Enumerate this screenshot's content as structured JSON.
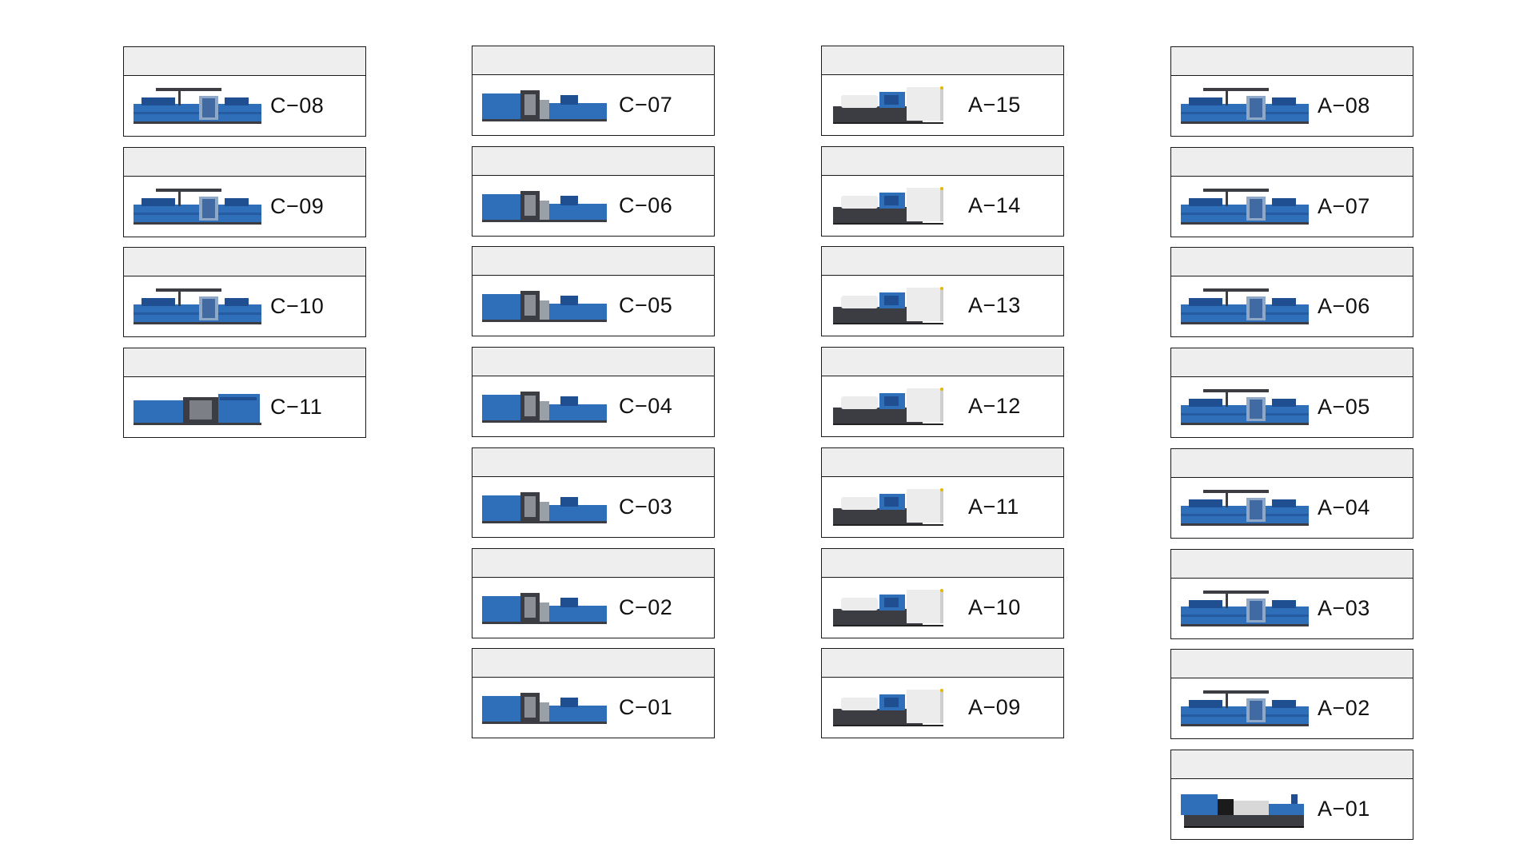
{
  "colors": {
    "card_border": "#1a1a1a",
    "card_header_bg": "#eeeeee",
    "machine_blue": "#2f6fba",
    "machine_dark_blue": "#1f4f91",
    "machine_white": "#ececec",
    "machine_gray": "#3c3d42"
  },
  "columns": [
    {
      "machines": [
        {
          "label": "C−08",
          "style": "blue-robot"
        },
        {
          "label": "C−09",
          "style": "blue-robot"
        },
        {
          "label": "C−10",
          "style": "blue-robot"
        },
        {
          "label": "C−11",
          "style": "blue-large"
        }
      ]
    },
    {
      "machines": [
        {
          "label": "C−07",
          "style": "blue-long"
        },
        {
          "label": "C−06",
          "style": "blue-long"
        },
        {
          "label": "C−05",
          "style": "blue-long"
        },
        {
          "label": "C−04",
          "style": "blue-long"
        },
        {
          "label": "C−03",
          "style": "blue-long"
        },
        {
          "label": "C−02",
          "style": "blue-long"
        },
        {
          "label": "C−01",
          "style": "blue-long"
        }
      ]
    },
    {
      "machines": [
        {
          "label": "A−15",
          "style": "white-gray"
        },
        {
          "label": "A−14",
          "style": "white-gray"
        },
        {
          "label": "A−13",
          "style": "white-gray"
        },
        {
          "label": "A−12",
          "style": "white-gray"
        },
        {
          "label": "A−11",
          "style": "white-gray"
        },
        {
          "label": "A−10",
          "style": "white-gray"
        },
        {
          "label": "A−09",
          "style": "white-gray"
        }
      ]
    },
    {
      "machines": [
        {
          "label": "A−08",
          "style": "blue-robot"
        },
        {
          "label": "A−07",
          "style": "blue-robot"
        },
        {
          "label": "A−06",
          "style": "blue-robot"
        },
        {
          "label": "A−05",
          "style": "blue-robot"
        },
        {
          "label": "A−04",
          "style": "blue-robot"
        },
        {
          "label": "A−03",
          "style": "blue-robot"
        },
        {
          "label": "A−02",
          "style": "blue-robot"
        },
        {
          "label": "A−01",
          "style": "blue-gray"
        }
      ]
    }
  ]
}
